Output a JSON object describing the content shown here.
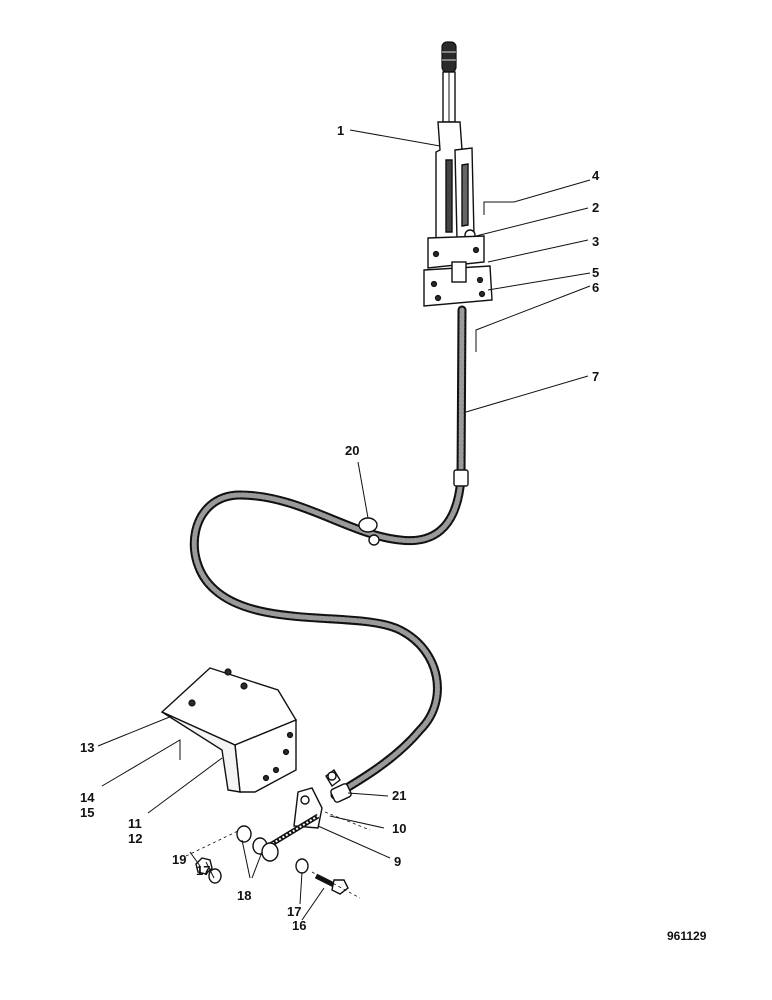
{
  "callouts": {
    "c1": "1",
    "c2": "2",
    "c3": "3",
    "c4": "4",
    "c5": "5",
    "c6": "6",
    "c7": "7",
    "c9": "9",
    "c10": "10",
    "c11": "11",
    "c12": "12",
    "c13": "13",
    "c14": "14",
    "c15": "15",
    "c16": "16",
    "c17a": "17",
    "c17b": "17",
    "c18": "18",
    "c19": "19",
    "c20": "20",
    "c21": "21"
  },
  "drawing_ref": "961129"
}
